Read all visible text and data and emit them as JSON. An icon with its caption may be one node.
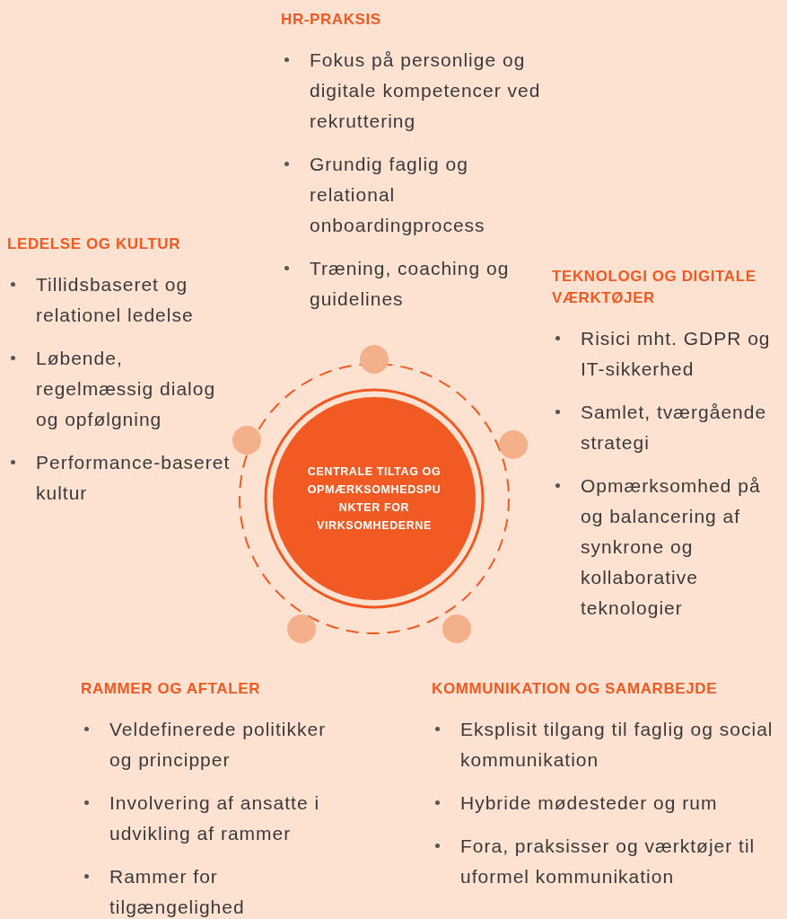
{
  "diagram": {
    "nodes": [
      {
        "text": [
          "CENTRALE TILTAG OG OPMÆRKSOMHEDSPUNKTER FOR VIRKSOMHEDERNE"
        ]
      }
    ],
    "labels": [
      "HR-PRAKSIS",
      "Fokus på personlige og digitale kompetencer ved rekruttering",
      "Grundig faglig og relational onboardingprocess",
      "Træning, coaching og guidelines",
      "LEDELSE OG KULTUR",
      "Tillidsbaseret og relationel ledelse",
      "Løbende, regelmæssig dialog og opfølgning",
      "Performance-baseret kultur",
      "TEKNOLOGI OG DIGITALE VÆRKTØJER",
      "Risici mht. GDPR og IT-sikkerhed",
      "Samlet, tværgående strategi",
      "Opmærksomhed på og balancering af synkrone og kollaborative teknologier",
      "RAMMER OG AFTALER",
      "Veldefinerede politikker og principper",
      "Involvering af ansatte i udvikling af rammer",
      "Rammer for tilgængelighed",
      "KOMMUNIKATION OG SAMARBEJDE",
      "Eksplisit tilgang til faglig og social kommunikation",
      "Hybride mødesteder og rum",
      "Fora, praksisser og værktøjer til uformel kommunikation"
    ]
  }
}
